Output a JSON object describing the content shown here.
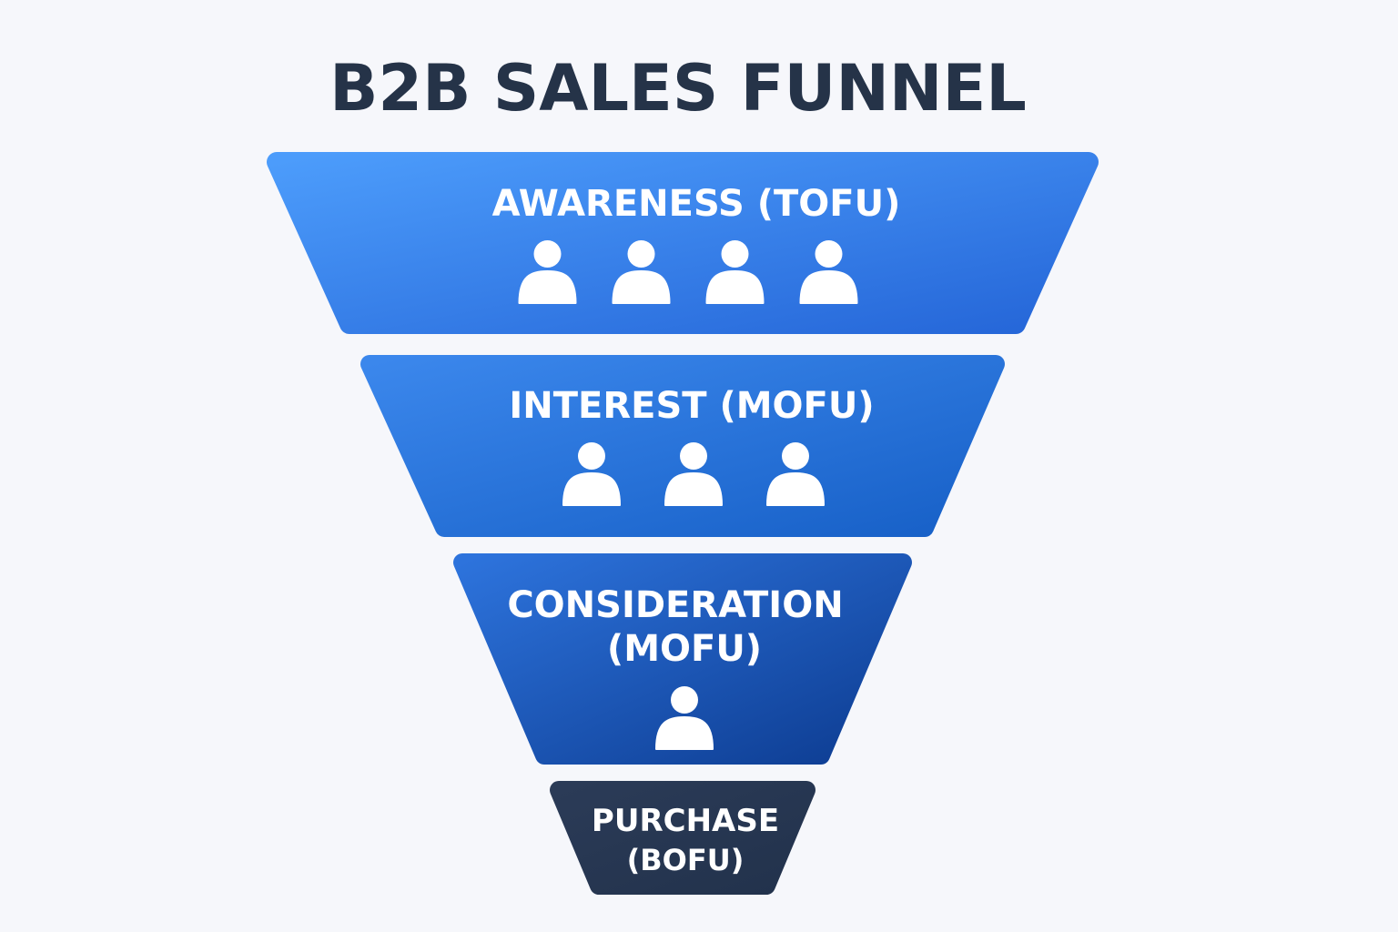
{
  "title": "B2B SALES FUNNEL",
  "stages": [
    {
      "label_lines": [
        "AWARENESS (TOFU)"
      ],
      "people": 4,
      "color_from": "#4c9cfb",
      "color_to": "#2566d8"
    },
    {
      "label_lines": [
        "INTEREST (MOFU)"
      ],
      "people": 3,
      "color_from": "#3b87ec",
      "color_to": "#1760c7"
    },
    {
      "label_lines": [
        "CONSIDERATION",
        "(MOFU)"
      ],
      "people": 1,
      "color_from": "#2d73dc",
      "color_to": "#0d3c91"
    },
    {
      "label_lines": [
        "PURCHASE",
        "(BOFU)"
      ],
      "people": 0,
      "color_from": "#2b3b57",
      "color_to": "#22324c"
    }
  ]
}
